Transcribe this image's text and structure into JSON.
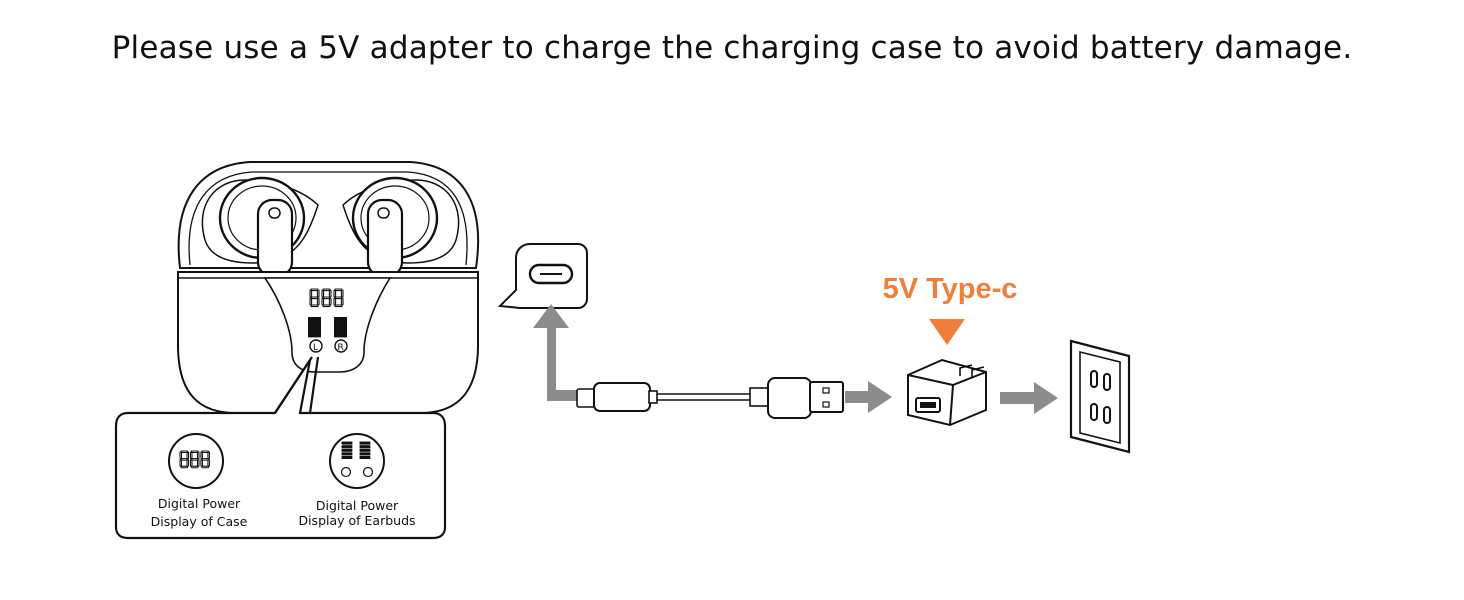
{
  "headline": "Please use a 5V adapter to charge the charging case to avoid battery damage.",
  "adapter_label": "5V Type-c",
  "callout": {
    "case_display": {
      "line1": "Digital Power",
      "line2": "Display of Case"
    },
    "earbuds_display": {
      "line1": "Digital Power",
      "line2": "Display of Earbuds"
    }
  },
  "colors": {
    "accent": "#f07f3c",
    "arrow": "#8c8c8c",
    "ink": "#111111"
  },
  "icons": [
    "earbuds-case-illustration",
    "usb-c-port-icon",
    "charging-cable",
    "power-adapter-icon",
    "wall-outlet-icon",
    "arrow-icon"
  ]
}
